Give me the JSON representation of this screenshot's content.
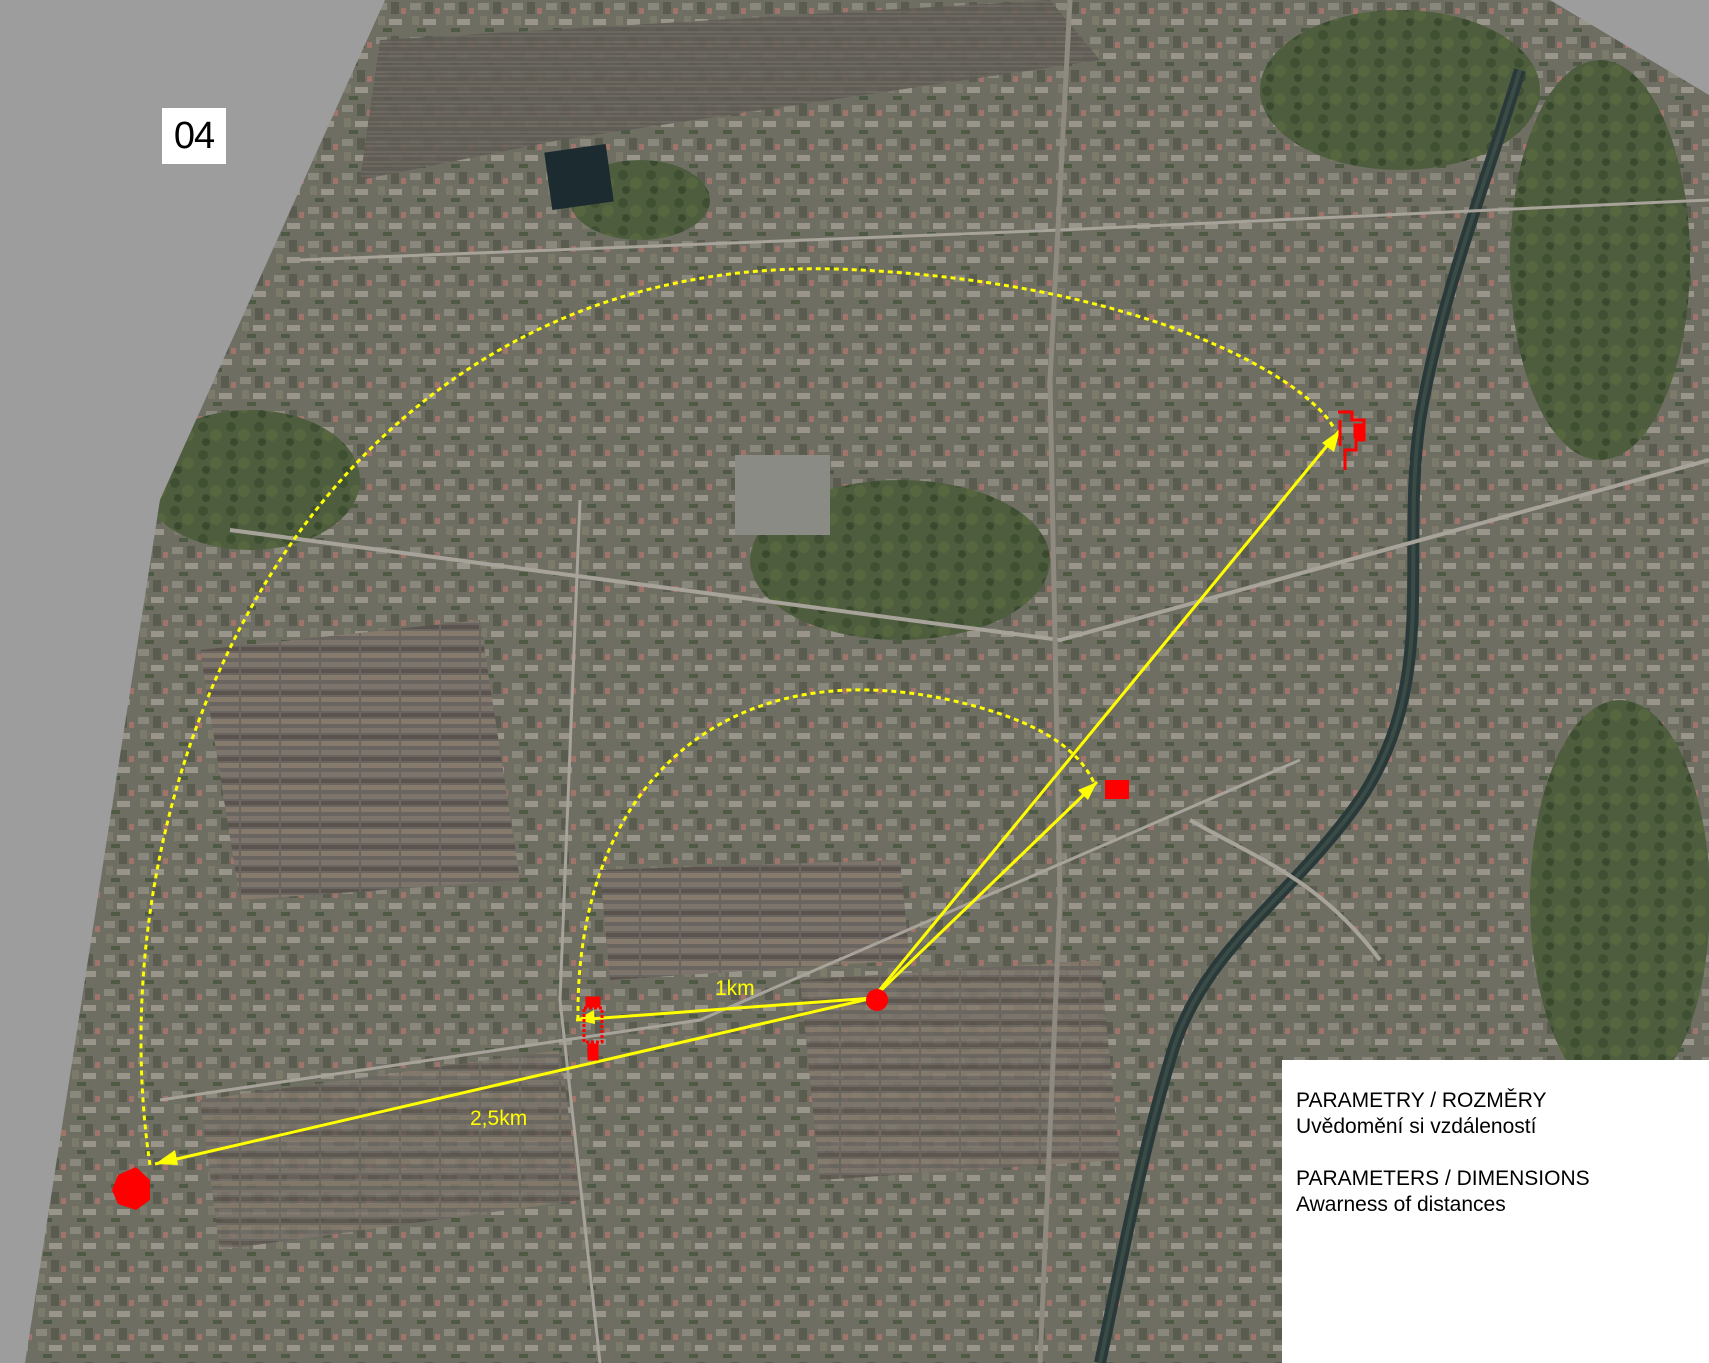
{
  "sheet_number": "04",
  "caption": {
    "cz_title": "PARAMETRY / ROZMĚRY",
    "cz_text": "Uvědomění si vzdáleností",
    "en_title": "PARAMETERS / DIMENSIONS",
    "en_text": "Awarness of distances"
  },
  "distance_labels": {
    "near": "1km",
    "far": "2,5km"
  },
  "colors": {
    "background": "#9d9d9d",
    "annotation": "#ffff00",
    "marker": "#ff0000",
    "caption_box": "#ffffff"
  }
}
